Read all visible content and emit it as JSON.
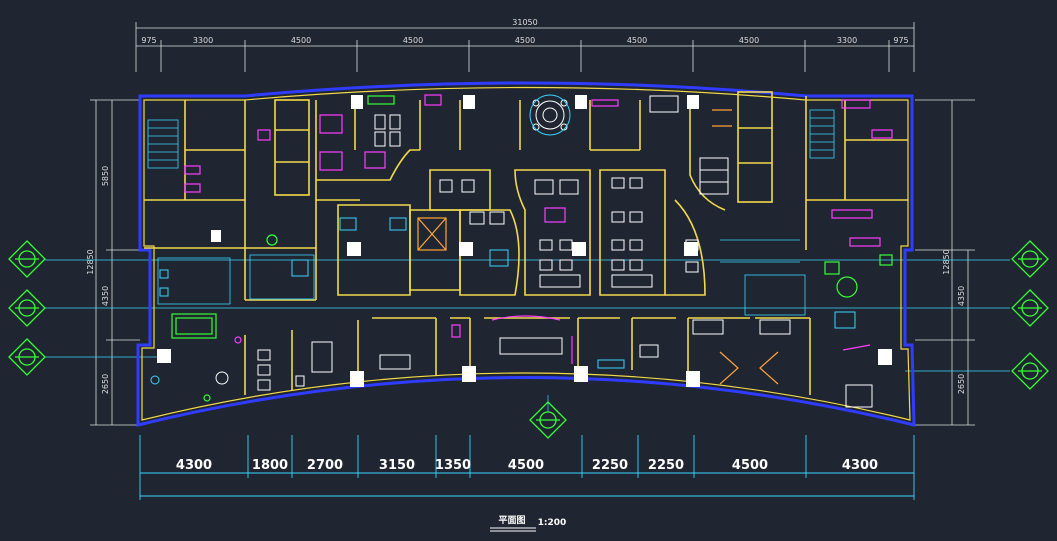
{
  "drawing": {
    "overall_width": "31050",
    "top_dimensions": [
      "975",
      "3300",
      "4500",
      "4500",
      "4500",
      "4500",
      "4500",
      "3300",
      "975"
    ],
    "bottom_dimensions": [
      "4300",
      "1800",
      "2700",
      "3150",
      "1350",
      "4500",
      "2250",
      "2250",
      "4500",
      "4300"
    ],
    "left_dimensions": [
      "5850",
      "4350",
      "2650"
    ],
    "left_total": "12850",
    "right_dimensions": [
      "4350",
      "2650"
    ],
    "right_total": "12850",
    "title": "平面图",
    "scale": "1:200"
  },
  "colors": {
    "background": "#1f2631",
    "wall": "#f2d94a",
    "outer_wall": "#2f3cff",
    "furniture": "#ffffff",
    "accent_magenta": "#ff3cff",
    "accent_green": "#35ff35",
    "accent_cyan": "#37d4ff",
    "dimension": "#dcdcdc"
  }
}
